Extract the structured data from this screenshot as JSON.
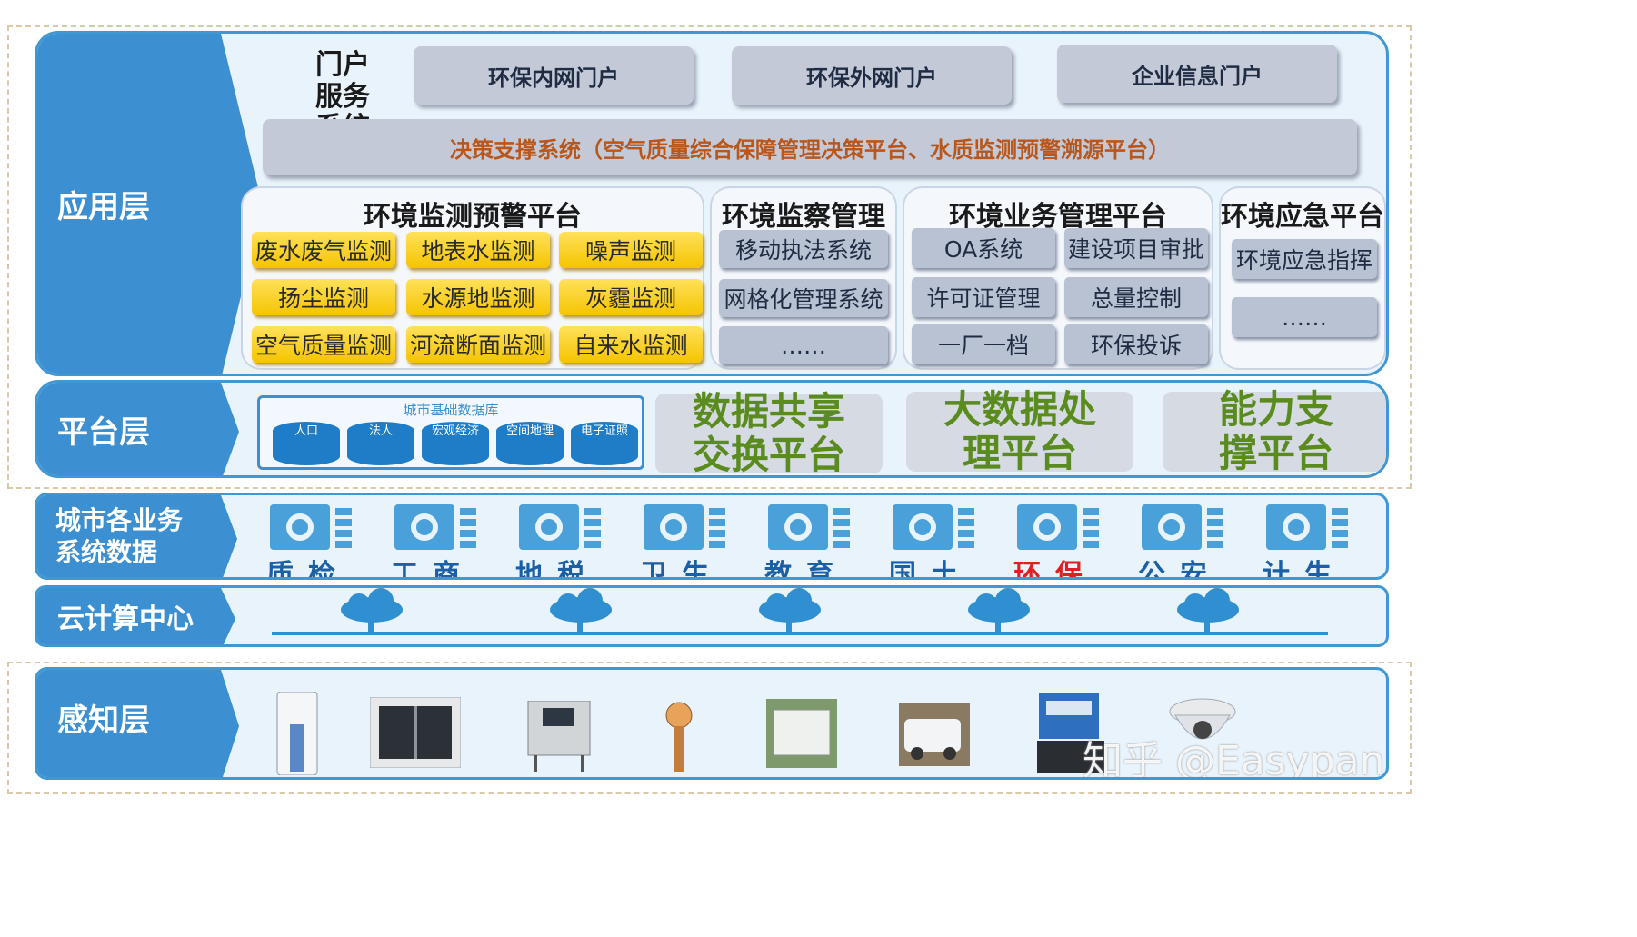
{
  "layers": {
    "application": "应用层",
    "platform": "平台层",
    "business": "城市各业务系统数据",
    "cloud": "云计算中心",
    "perception": "感知层"
  },
  "portal": {
    "title": "门户服务系统",
    "items": [
      "环保内网门户",
      "环保外网门户",
      "企业信息门户"
    ]
  },
  "decision": "决策支撑系统（空气质量综合保障管理决策平台、水质监测预警溯源平台）",
  "panels": {
    "monitor": {
      "title": "环境监测预警平台",
      "items": [
        "废水废气监测",
        "地表水监测",
        "噪声监测",
        "扬尘监测",
        "水源地监测",
        "灰霾监测",
        "空气质量监测",
        "河流断面监测",
        "自来水监测"
      ]
    },
    "inspect": {
      "title": "环境监察管理",
      "items": [
        "移动执法系统",
        "网格化管理系统",
        "……"
      ]
    },
    "business": {
      "title": "环境业务管理平台",
      "items": [
        "OA系统",
        "建设项目审批",
        "许可证管理",
        "总量控制",
        "一厂一档",
        "环保投诉"
      ]
    },
    "emergency": {
      "title": "环境应急平台",
      "items": [
        "环境应急指挥",
        "……"
      ]
    }
  },
  "platform": {
    "db_title": "城市基础数据库",
    "db_items": [
      "人口",
      "法人",
      "宏观经济",
      "空间地理",
      "电子证照"
    ],
    "boxes": [
      "数据共享交换平台",
      "大数据处理平台",
      "能力支撑平台"
    ]
  },
  "departments": [
    {
      "label": "质检",
      "icon": "scale-icon"
    },
    {
      "label": "工商",
      "icon": "shield-icon"
    },
    {
      "label": "地税",
      "icon": "tax-emblem-icon"
    },
    {
      "label": "卫生",
      "icon": "medical-cross-icon"
    },
    {
      "label": "教育",
      "icon": "book-icon"
    },
    {
      "label": "国土",
      "icon": "land-emblem-icon"
    },
    {
      "label": "环保",
      "icon": "environment-emblem-icon"
    },
    {
      "label": "公安",
      "icon": "police-emblem-icon"
    },
    {
      "label": "计生",
      "icon": "family-planning-icon"
    }
  ],
  "perception_devices": [
    "water-analyzer-icon",
    "monitoring-cabinet-icon",
    "control-box-icon",
    "gas-detector-icon",
    "monitoring-station-icon",
    "monitoring-vehicle-icon",
    "data-terminal-icon",
    "dome-camera-icon"
  ],
  "watermark": "知乎 @Easypan",
  "colors": {
    "accent": "#3c8fd0",
    "highlight_red": "#e02020",
    "green_text": "#5a8b1e",
    "yellow": "#f5c400"
  }
}
